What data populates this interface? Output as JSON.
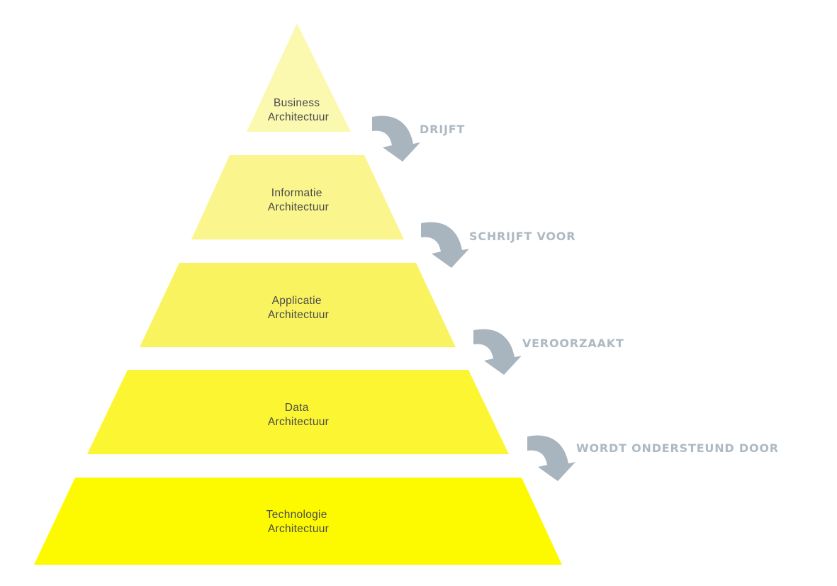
{
  "layers": [
    {
      "line1": "Business",
      "line2": "Architectuur",
      "color": "#fbf8b0"
    },
    {
      "line1": "Informatie",
      "line2": "Architectuur",
      "color": "#faf58c"
    },
    {
      "line1": "Applicatie",
      "line2": "Architectuur",
      "color": "#f9f35f"
    },
    {
      "line1": "Data",
      "line2": "Architectuur",
      "color": "#fbf532"
    },
    {
      "line1": "Technologie",
      "line2": "Architectuur",
      "color": "#fdfa00"
    }
  ],
  "relations": [
    {
      "label": "DRIJFT"
    },
    {
      "label": "SCHRIJFT VOOR"
    },
    {
      "label": "VEROORZAAKT"
    },
    {
      "label": "WORDT ONDERSTEUND DOOR"
    }
  ],
  "colors": {
    "arrow": "#a9b5be",
    "relation_text": "#aeb9c2",
    "layer_text": "#4a4a4a"
  },
  "icons": {
    "relation_arrow": "curved-down-arrow-icon"
  }
}
